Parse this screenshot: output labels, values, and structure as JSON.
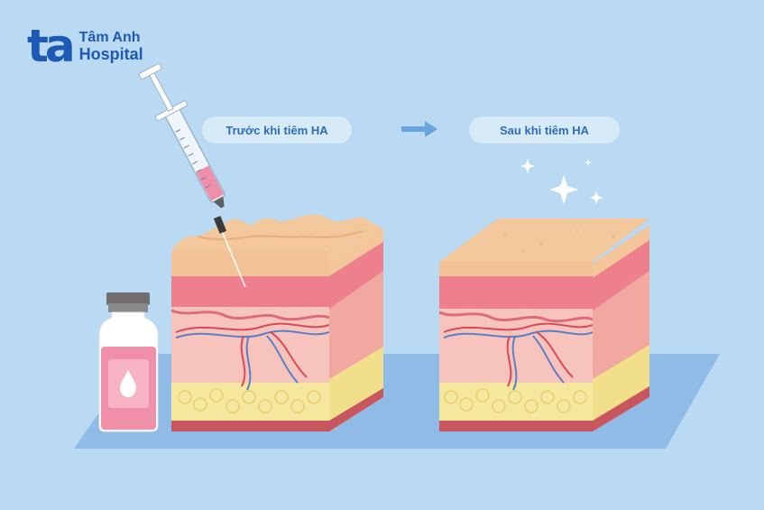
{
  "logo": {
    "mark": "ta",
    "line1": "Tâm Anh",
    "line2": "Hospital"
  },
  "labels": {
    "before": "Trước khi tiêm HA",
    "after": "Sau khi tiêm HA"
  },
  "icons": {
    "arrow": "right-arrow-icon",
    "sparkle": "sparkle-icon",
    "drop": "drop-icon"
  },
  "colors": {
    "background": "#b9daf2",
    "brand": "#1d5ab5",
    "epidermis": "#f3c398",
    "dermis": "#f4b8b0",
    "fat": "#f6e9a0",
    "serum": "#f08fa8"
  }
}
